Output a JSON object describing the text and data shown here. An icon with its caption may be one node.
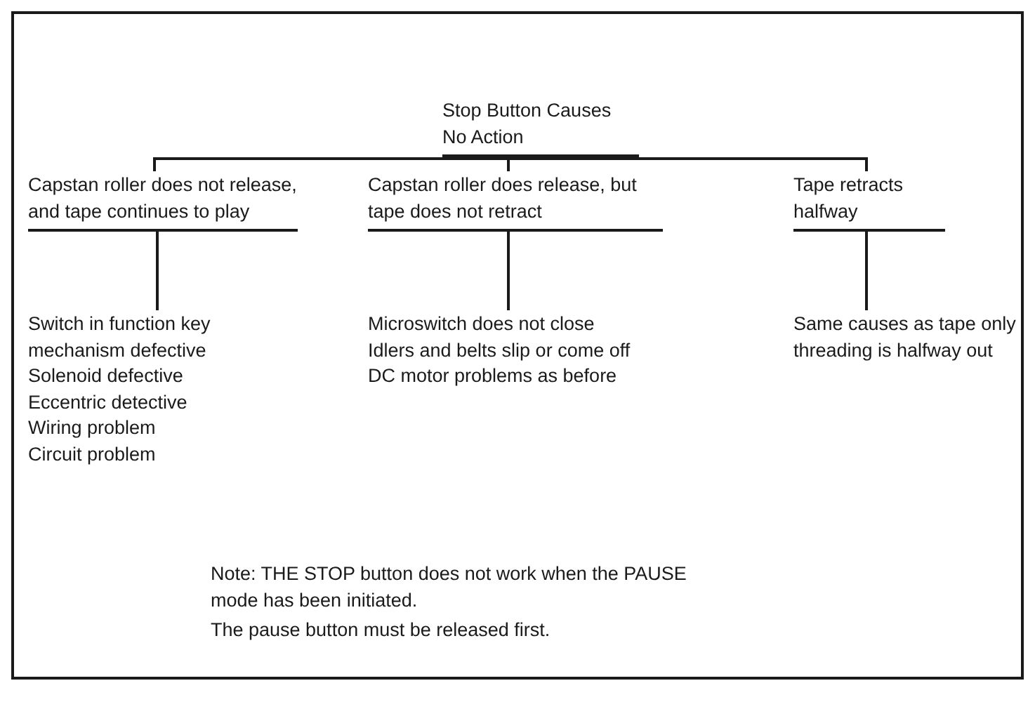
{
  "diagram": {
    "nodes": [
      {
        "text": [
          "Stop Button Causes No Action"
        ]
      },
      {
        "text": [
          "Capstan roller does not release, and tape continues to play"
        ]
      },
      {
        "text": [
          "Capstan roller does release, but tape does not retract"
        ]
      },
      {
        "text": [
          "Tape retracts halfway"
        ]
      },
      {
        "text": [
          "Switch in function key mechanism defective",
          "Solenoid defective",
          "Eccentric detective",
          "Wiring problem",
          "Circuit problem"
        ]
      },
      {
        "text": [
          "Microswitch does not close",
          "Idlers and belts slip or come off",
          "DC motor problems as before"
        ]
      },
      {
        "text": [
          "Same causes as tape only threading is halfway out"
        ]
      }
    ],
    "edges": [
      {
        "from": 0,
        "to": 1,
        "arrow": "none"
      },
      {
        "from": 0,
        "to": 2,
        "arrow": "none"
      },
      {
        "from": 0,
        "to": 3,
        "arrow": "none"
      },
      {
        "from": 1,
        "to": 4,
        "arrow": "none"
      },
      {
        "from": 2,
        "to": 5,
        "arrow": "none"
      },
      {
        "from": 3,
        "to": 6,
        "arrow": "none"
      }
    ],
    "labels": [
      "Note: THE STOP button does not work when the PAUSE mode has been initiated.",
      "The pause button must be released first."
    ]
  }
}
